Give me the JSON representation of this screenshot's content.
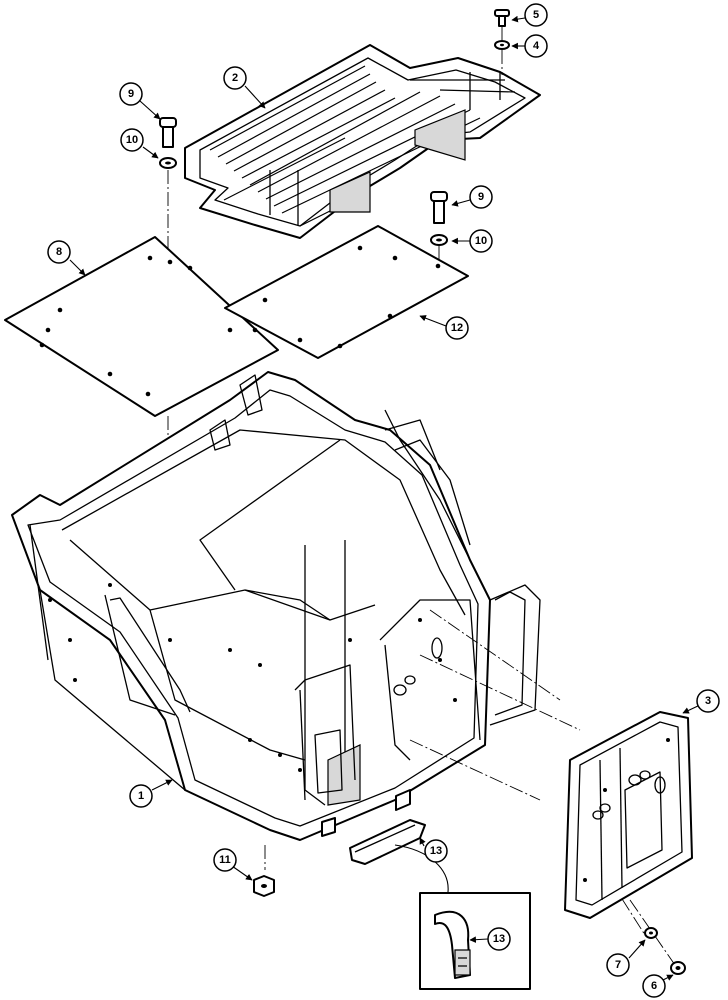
{
  "callouts": {
    "c1": "1",
    "c2": "2",
    "c3": "3",
    "c4": "4",
    "c5": "5",
    "c6": "6",
    "c7": "7",
    "c8": "8",
    "c9a": "9",
    "c9b": "9",
    "c10a": "10",
    "c10b": "10",
    "c11": "11",
    "c12": "12",
    "c13a": "13",
    "c13b": "13"
  }
}
